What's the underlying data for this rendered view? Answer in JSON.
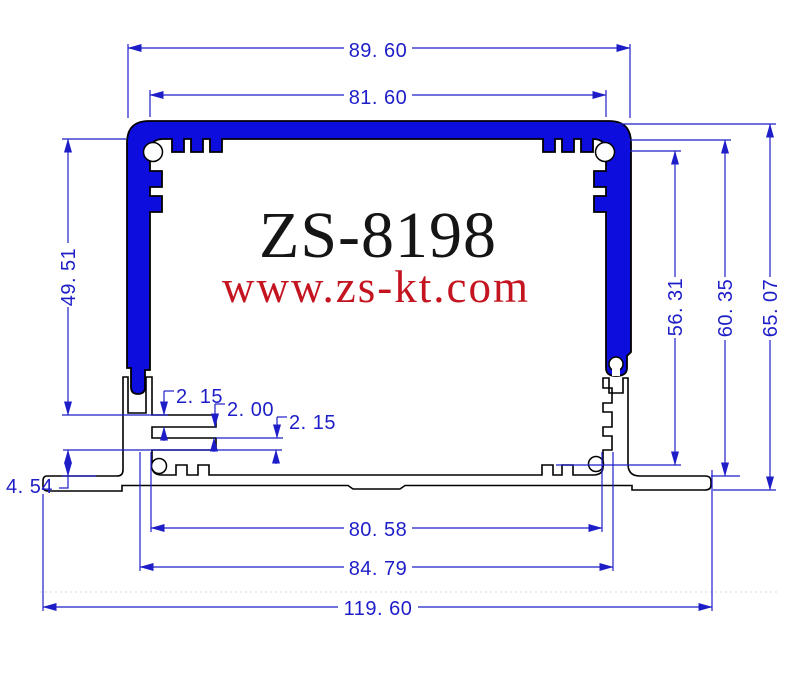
{
  "title": {
    "model": "ZS-8198",
    "website": "www.zs-kt.com"
  },
  "colors": {
    "dimension_blue": "#1e1ec8",
    "profile_fill_blue": "#0d0ddd",
    "outline_black": "#000000",
    "model_text_black": "#151515",
    "website_text_red": "#c41420",
    "background": "#ffffff"
  },
  "dimensions": {
    "top_outer_width": "89. 60",
    "top_inner_width": "81. 60",
    "left_height": "49. 51",
    "rail_thickness_upper": "2. 15",
    "rail_gap": "2. 00",
    "rail_thickness_lower": "2. 15",
    "flange_step_height": "4. 54",
    "right_inner_height": "56. 31",
    "right_mid_height": "60. 35",
    "right_outer_height": "65. 07",
    "bottom_inner_width": "80. 58",
    "bottom_mid_width": "84. 79",
    "bottom_outer_width": "119. 60"
  }
}
